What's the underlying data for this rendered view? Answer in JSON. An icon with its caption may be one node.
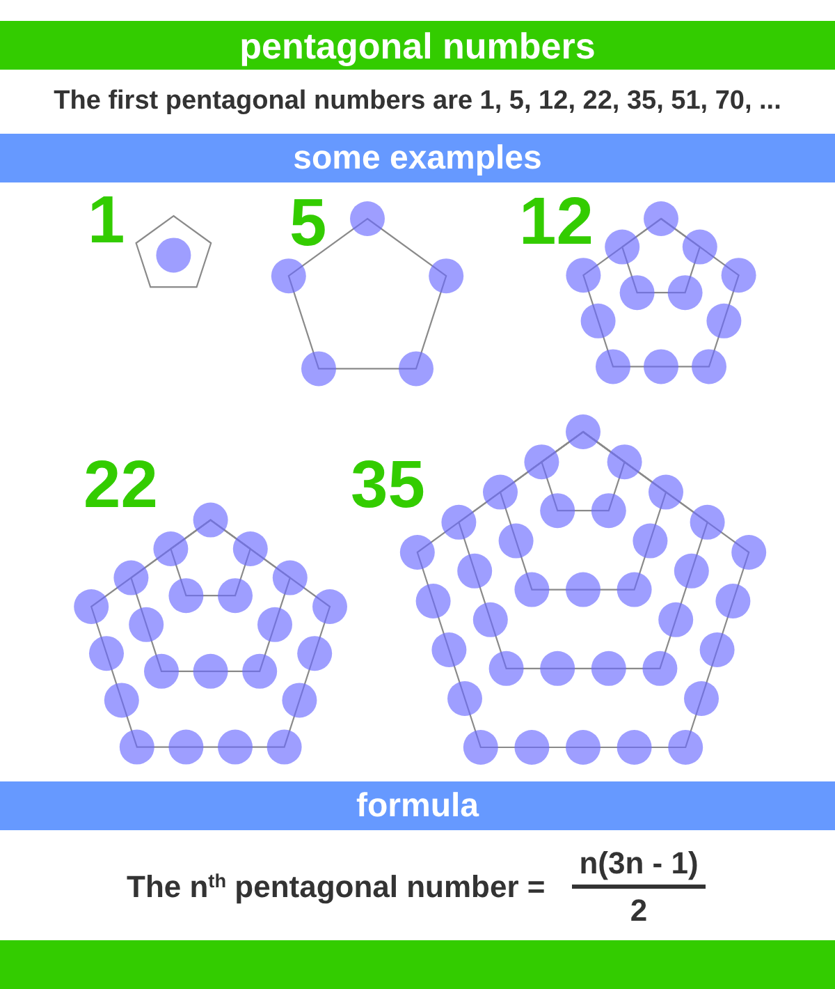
{
  "diagram": {
    "title": "pentagonal numbers",
    "nodes": [
      {
        "text": [
          "some examples"
        ]
      },
      {
        "text": [
          "formula"
        ]
      }
    ],
    "labels": [
      "The first pentagonal numbers are 1, 5, 12, 22, 35, 51, 70, ...",
      "1",
      "5",
      "12",
      "22",
      "35",
      "The n$^{th}$ pentagonal number =",
      "n(3n - 1)",
      "2"
    ]
  }
}
